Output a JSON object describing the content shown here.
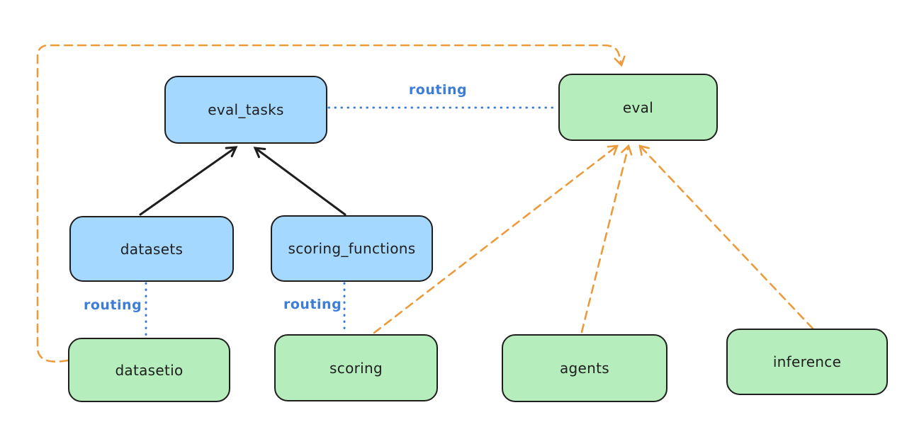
{
  "nodes": {
    "eval_tasks": {
      "label": "eval_tasks",
      "kind": "resource",
      "fill": "#a5d8ff"
    },
    "datasets": {
      "label": "datasets",
      "kind": "resource",
      "fill": "#a5d8ff"
    },
    "scoring_functions": {
      "label": "scoring_functions",
      "kind": "resource",
      "fill": "#a5d8ff"
    },
    "eval": {
      "label": "eval",
      "kind": "api",
      "fill": "#b5eebc"
    },
    "datasetio": {
      "label": "datasetio",
      "kind": "api",
      "fill": "#b5eebc"
    },
    "scoring": {
      "label": "scoring",
      "kind": "api",
      "fill": "#b5eebc"
    },
    "agents": {
      "label": "agents",
      "kind": "api",
      "fill": "#b5eebc"
    },
    "inference": {
      "label": "inference",
      "kind": "api",
      "fill": "#b5eebc"
    }
  },
  "edges": [
    {
      "from": "datasets",
      "to": "eval_tasks",
      "style": "solid",
      "color": "#1e1e1e",
      "arrow": true,
      "label": ""
    },
    {
      "from": "scoring_functions",
      "to": "eval_tasks",
      "style": "solid",
      "color": "#1e1e1e",
      "arrow": true,
      "label": ""
    },
    {
      "from": "eval_tasks",
      "to": "eval",
      "style": "dotted",
      "color": "#3b7dd8",
      "arrow": false,
      "label": "routing"
    },
    {
      "from": "datasets",
      "to": "datasetio",
      "style": "dotted",
      "color": "#3b7dd8",
      "arrow": false,
      "label": "routing"
    },
    {
      "from": "scoring_functions",
      "to": "scoring",
      "style": "dotted",
      "color": "#3b7dd8",
      "arrow": false,
      "label": "routing"
    },
    {
      "from": "datasetio",
      "to": "eval",
      "style": "dashed",
      "color": "#ec9b3b",
      "arrow": true,
      "label": ""
    },
    {
      "from": "scoring",
      "to": "eval",
      "style": "dashed",
      "color": "#ec9b3b",
      "arrow": true,
      "label": ""
    },
    {
      "from": "agents",
      "to": "eval",
      "style": "dashed",
      "color": "#ec9b3b",
      "arrow": true,
      "label": ""
    },
    {
      "from": "inference",
      "to": "eval",
      "style": "dashed",
      "color": "#ec9b3b",
      "arrow": true,
      "label": ""
    }
  ],
  "colors": {
    "resource_fill": "#a5d8ff",
    "api_fill": "#b5eebc",
    "node_border": "#1e1e1e",
    "routing_line": "#3b7dd8",
    "dependency_line": "#ec9b3b",
    "solid_arrow": "#1e1e1e",
    "background": "#ffffff"
  }
}
